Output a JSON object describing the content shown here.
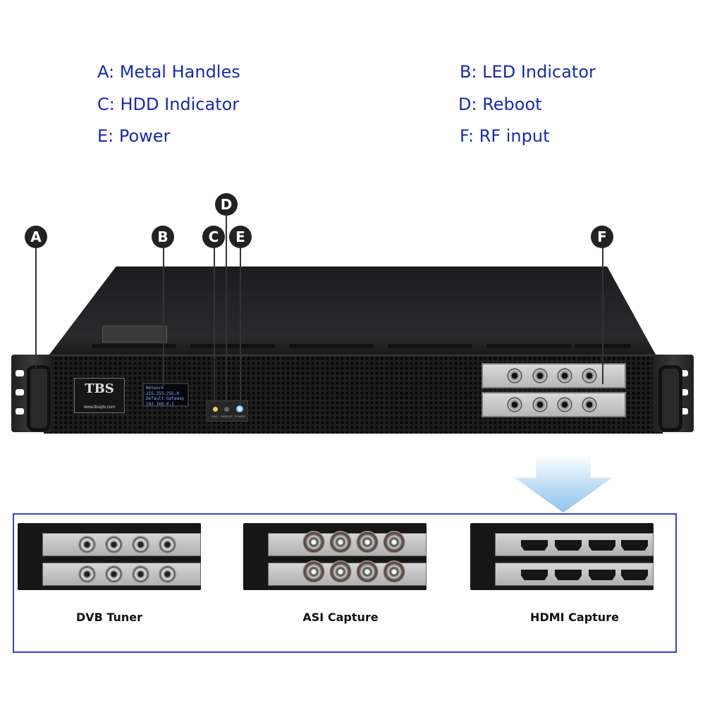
{
  "legend": {
    "a": "A: Metal Handles",
    "b": "B: LED Indicator",
    "c": "C: HDD Indicator",
    "d": "D: Reboot",
    "e": "E: Power",
    "f": "F: RF input"
  },
  "markers": {
    "a": "A",
    "b": "B",
    "c": "C",
    "d": "D",
    "e": "E",
    "f": "F"
  },
  "device": {
    "logo": "TBS",
    "logo_url": "www.tbsiptv.com",
    "lcd_lines": [
      "Network",
      "255.255.255.0",
      "Default Gateway",
      "192.168.0.1"
    ],
    "buttons": {
      "hdd": "HDD",
      "reboot": "REBOOT",
      "power": "POWER"
    }
  },
  "options": {
    "dvb": "DVB Tuner",
    "asi": "ASI Capture",
    "hdmi": "HDMI Capture"
  },
  "colors": {
    "legend_text": "#1a2aa8",
    "frame": "#3a3fd0",
    "marker": "#222222",
    "arrow": "#8fc4ee"
  }
}
